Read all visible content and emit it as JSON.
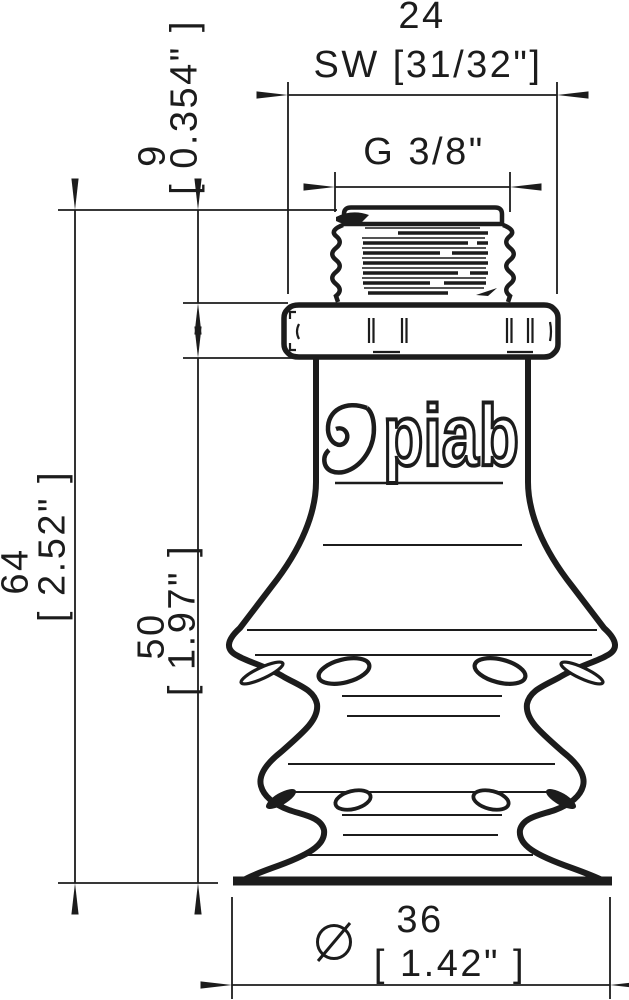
{
  "page": {
    "background": "#ffffff",
    "line_color": "#1c1c1c"
  },
  "drawing": {
    "kind": "suction-cup-dimensional-drawing",
    "brand": {
      "logo_text": "piab"
    },
    "dimensions": {
      "wrench_size": {
        "metric": "24",
        "imperial_label": "SW [31/32\"]"
      },
      "thread": {
        "label": "G 3/8\""
      },
      "fitting_height": {
        "metric": "9",
        "imperial": "[ 0.354\" ]"
      },
      "overall_height": {
        "metric": "64",
        "imperial": "[ 2.52\" ]"
      },
      "cup_height": {
        "metric": "50",
        "imperial": "[ 1.97\" ]"
      },
      "cup_diameter": {
        "symbol": "⌀",
        "metric": "36",
        "imperial": "[ 1.42\" ]"
      }
    }
  }
}
